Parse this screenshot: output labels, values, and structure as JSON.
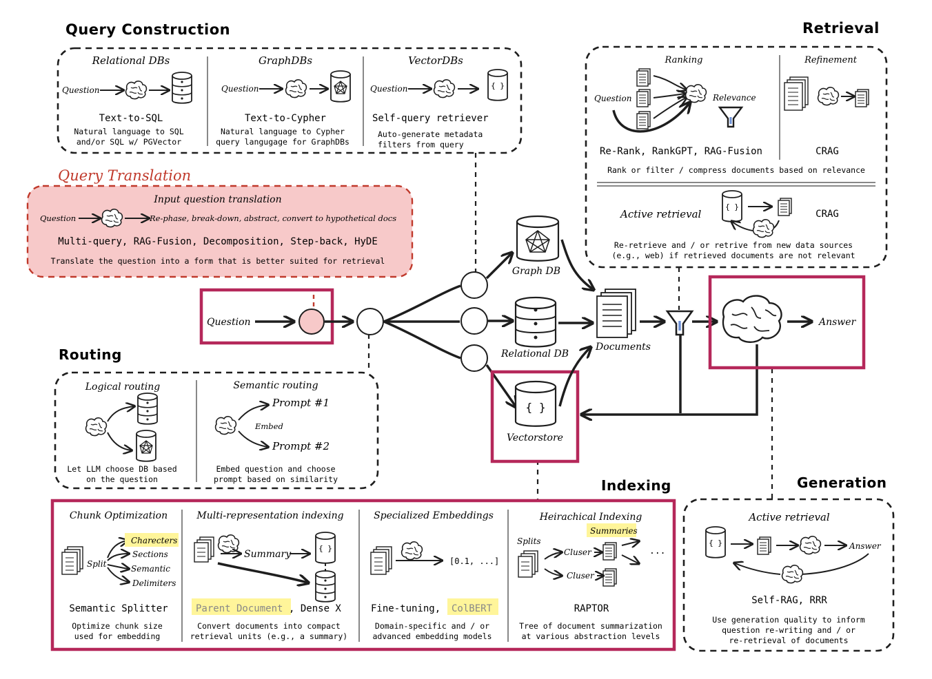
{
  "sections": {
    "query_construction": {
      "title": "Query Construction",
      "cols": [
        {
          "header": "Relational DBs",
          "input": "Question",
          "method": "Text-to-SQL",
          "desc1": "Natural language to SQL",
          "desc2": "and/or SQL w/ PGVector"
        },
        {
          "header": "GraphDBs",
          "input": "Question",
          "method": "Text-to-Cypher",
          "desc1": "Natural language to Cypher",
          "desc2": "query langugage for GraphDBs"
        },
        {
          "header": "VectorDBs",
          "input": "Question",
          "method": "Self-query retriever",
          "desc1": "Auto-generate metadata",
          "desc2": "filters from query"
        }
      ]
    },
    "query_translation": {
      "title": "Query Translation",
      "header": "Input question translation",
      "input": "Question",
      "flow_text": "Re-phase, break-down, abstract, convert to hypothetical docs",
      "methods": "Multi-query, RAG-Fusion, Decomposition, Step-back, HyDE",
      "desc": "Translate the question into a form that is better suited for retrieval"
    },
    "routing": {
      "title": "Routing",
      "logical": {
        "header": "Logical routing",
        "desc1": "Let LLM choose DB based",
        "desc2": "on the question"
      },
      "semantic": {
        "header": "Semantic routing",
        "prompt1": "Prompt #1",
        "embed": "Embed",
        "prompt2": "Prompt #2",
        "desc1": "Embed question and choose",
        "desc2": "prompt based on similarity"
      }
    },
    "retrieval": {
      "title": "Retrieval",
      "ranking": {
        "header": "Ranking",
        "input": "Question",
        "relevance": "Relevance",
        "methods": "Re-Rank, RankGPT, RAG-Fusion"
      },
      "refinement": {
        "header": "Refinement",
        "method": "CRAG"
      },
      "rank_desc": "Rank or filter / compress documents based on relevance",
      "active": {
        "label": "Active retrieval",
        "method": "CRAG",
        "desc1": "Re-retrieve and / or retrive from new data sources",
        "desc2": "(e.g., web) if retrieved documents are not relevant"
      }
    },
    "indexing": {
      "title": "Indexing",
      "cols": [
        {
          "header": "Chunk Optimization",
          "method": "Semantic Splitter",
          "desc1": "Optimize chunk size",
          "desc2": "used for embedding",
          "split": "Split",
          "items": [
            "Charecters",
            "Sections",
            "Semantic",
            "Delimiters"
          ]
        },
        {
          "header": "Multi-representation indexing",
          "method_hl": "Parent Document",
          "method_rest": ", Dense X",
          "summary": "Summary",
          "desc1": "Convert documents into compact",
          "desc2": "retrieval units (e.g., a summary)"
        },
        {
          "header": "Specialized Embeddings",
          "method_a": "Fine-tuning, ",
          "method_hl": "ColBERT",
          "vector": "[0.1, ...]",
          "desc1": "Domain-specific and / or",
          "desc2": "advanced embedding models"
        },
        {
          "header": "Heirachical Indexing",
          "method": "RAPTOR",
          "splits": "Splits",
          "summaries": "Summaries",
          "cluster1": "Cluser",
          "cluster2": "Cluser",
          "ellipsis": "...",
          "desc1": "Tree of document summarization",
          "desc2": "at various abstraction levels"
        }
      ]
    },
    "generation": {
      "title": "Generation",
      "header": "Active retrieval",
      "answer": "Answer",
      "method": "Self-RAG, RRR",
      "desc1": "Use generation quality to inform",
      "desc2": "question re-writing and / or",
      "desc3": "re-retrieval of documents"
    }
  },
  "main_flow": {
    "question": "Question",
    "graph_db": "Graph DB",
    "relational_db": "Relational DB",
    "vectorstore": "Vectorstore",
    "documents": "Documents",
    "answer": "Answer"
  },
  "colors": {
    "highlight_red": "#b5285a",
    "translation_fill": "#f7c9c9",
    "translation_border": "#c0392b",
    "translation_title": "#c0392b",
    "text_highlight": "#fff59a"
  }
}
